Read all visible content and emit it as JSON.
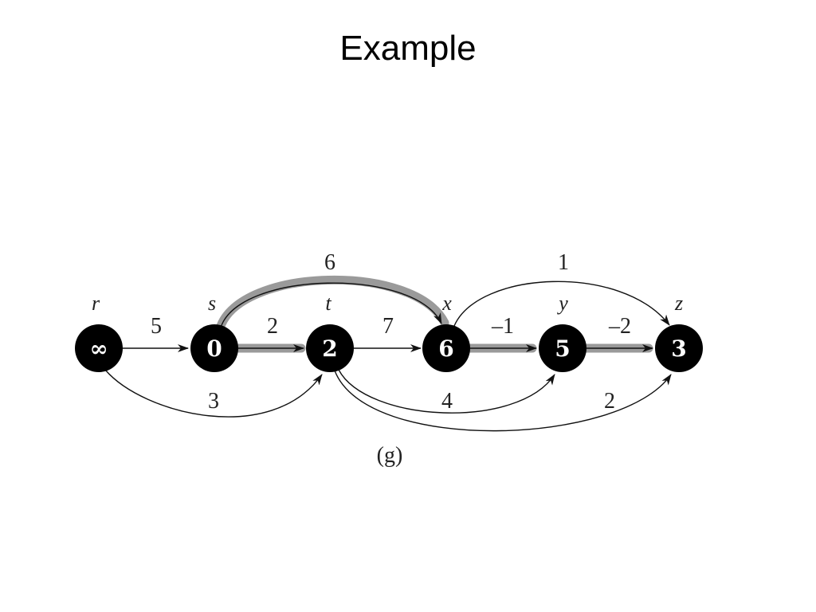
{
  "title": "Example",
  "caption": "(g)",
  "nodes": {
    "r": {
      "name": "r",
      "value": "∞"
    },
    "s": {
      "name": "s",
      "value": "0"
    },
    "t": {
      "name": "t",
      "value": "2"
    },
    "x": {
      "name": "x",
      "value": "6"
    },
    "y": {
      "name": "y",
      "value": "5"
    },
    "z": {
      "name": "z",
      "value": "3"
    }
  },
  "edges": {
    "r_s": {
      "from": "r",
      "to": "s",
      "weight": "5"
    },
    "r_t": {
      "from": "r",
      "to": "t",
      "weight": "3"
    },
    "s_t": {
      "from": "s",
      "to": "t",
      "weight": "2",
      "shortest_path": true
    },
    "s_x": {
      "from": "s",
      "to": "x",
      "weight": "6",
      "shortest_path": true
    },
    "t_x": {
      "from": "t",
      "to": "x",
      "weight": "7"
    },
    "t_y": {
      "from": "t",
      "to": "y",
      "weight": "4"
    },
    "t_z": {
      "from": "t",
      "to": "z",
      "weight": "2"
    },
    "x_y": {
      "from": "x",
      "to": "y",
      "weight": "–1",
      "shortest_path": true
    },
    "x_z": {
      "from": "x",
      "to": "z",
      "weight": "1"
    },
    "y_z": {
      "from": "y",
      "to": "z",
      "weight": "–2",
      "shortest_path": true
    }
  }
}
